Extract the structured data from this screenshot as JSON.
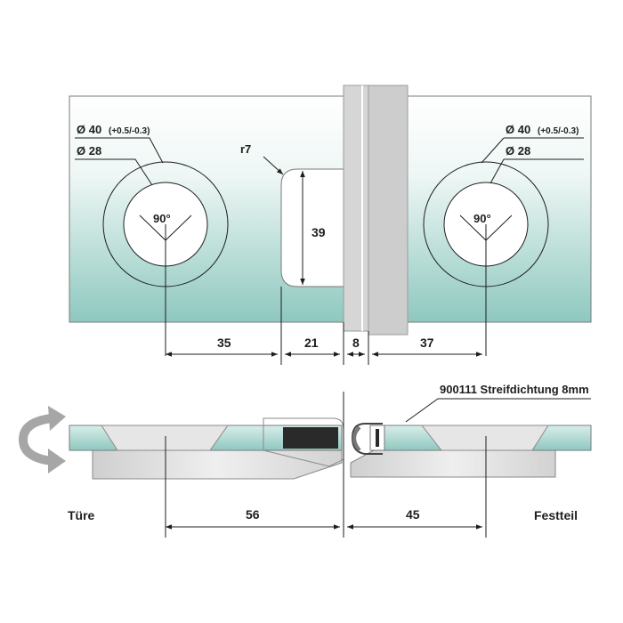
{
  "top_view": {
    "left_hole": {
      "outer_diameter_label": "Ø 40",
      "outer_tolerance": "(+0.5/-0.3)",
      "inner_diameter_label": "Ø 28",
      "angle_label": "90°"
    },
    "right_hole": {
      "outer_diameter_label": "Ø 40",
      "outer_tolerance": "(+0.5/-0.3)",
      "inner_diameter_label": "Ø 28",
      "angle_label": "90°"
    },
    "notch_radius_label": "r7",
    "notch_height_label": "39",
    "dims": [
      "35",
      "21",
      "8",
      "37"
    ]
  },
  "section_view": {
    "seal_label": "900111 Streifdichtung 8mm",
    "door_label": "Türe",
    "fixed_label": "Festteil",
    "dims": [
      "56",
      "45"
    ],
    "rotation_arrow_icon": "rotate-arrow-icon"
  },
  "colors": {
    "glass_top": "#ffffff",
    "glass_bottom": "#8ec8bf",
    "plate": "#e2e2e2",
    "seal_dark": "#2a2a2a",
    "arrow_gray": "#a6a6a6",
    "line": "#1e1e1e"
  }
}
